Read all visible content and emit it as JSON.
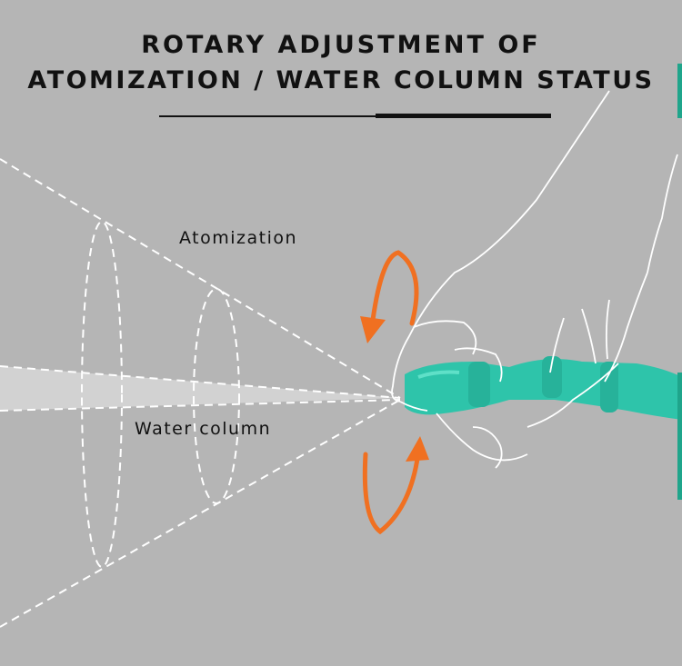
{
  "title": {
    "line1": "ROTARY ADJUSTMENT OF",
    "line2": "ATOMIZATION / WATER COLUMN STATUS"
  },
  "labels": {
    "atomization": "Atomization",
    "water_column": "Water column"
  },
  "colors": {
    "background": "#b5b5b5",
    "arrow": "#f07021",
    "nozzle": "#2ec4aa",
    "sketch": "#ffffff",
    "text": "#111111"
  },
  "icons": {
    "rotate_top": "rotate-arrow-icon",
    "rotate_bottom": "rotate-arrow-icon"
  }
}
